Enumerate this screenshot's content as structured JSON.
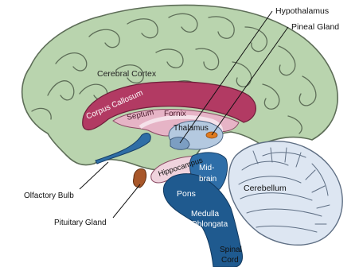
{
  "labels": {
    "hypothalamus": "Hypothalamus",
    "pineal_gland": "Pineal Gland",
    "cerebral_cortex": "Cerebral Cortex",
    "corpus_callosum": "Corpus Callosum",
    "septum": "Septum",
    "fornix": "Fornix",
    "thalamus": "Thalamus",
    "hippocampus": "Hippocampus",
    "midbrain_line1": "Mid-",
    "midbrain_line2": "brain",
    "cerebellum": "Cerebellum",
    "pons": "Pons",
    "medulla_line1": "Medulla",
    "medulla_line2": "Oblongata",
    "olfactory_bulb": "Olfactory Bulb",
    "pituitary_gland": "Pituitary Gland",
    "spinal_line1": "Spinal",
    "spinal_line2": "Cord"
  },
  "colors": {
    "cortex": "#b9d4ae",
    "cortex_stroke": "#5e6e58",
    "corpus_callosum": "#b23a63",
    "septum": "#e6b4c6",
    "thalamus": "#b4c9e0",
    "brainstem": "#1f5a8f",
    "midbrain": "#2e6ea8",
    "cerebellum": "#dde6f2",
    "pituitary": "#a8572a",
    "pineal": "#e07b1f"
  }
}
